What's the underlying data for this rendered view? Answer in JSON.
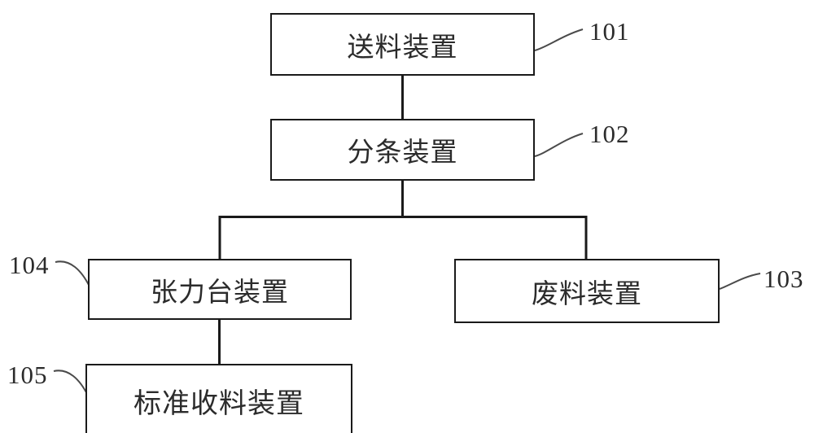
{
  "diagram": {
    "type": "flowchart",
    "title": "",
    "line_color": "#1a1a1a",
    "text_color": "#2b2b2b",
    "background": "#ffffff",
    "nodes": [
      {
        "ref": "101",
        "label": "送料装置"
      },
      {
        "ref": "102",
        "label": "分条装置"
      },
      {
        "ref": "103",
        "label": "废料装置"
      },
      {
        "ref": "104",
        "label": "张力台装置"
      },
      {
        "ref": "105",
        "label": "标准收料装置"
      }
    ],
    "connections": [
      {
        "from": "101",
        "to": "102"
      },
      {
        "from": "102",
        "to": "104"
      },
      {
        "from": "102",
        "to": "103"
      },
      {
        "from": "104",
        "to": "105"
      }
    ]
  }
}
